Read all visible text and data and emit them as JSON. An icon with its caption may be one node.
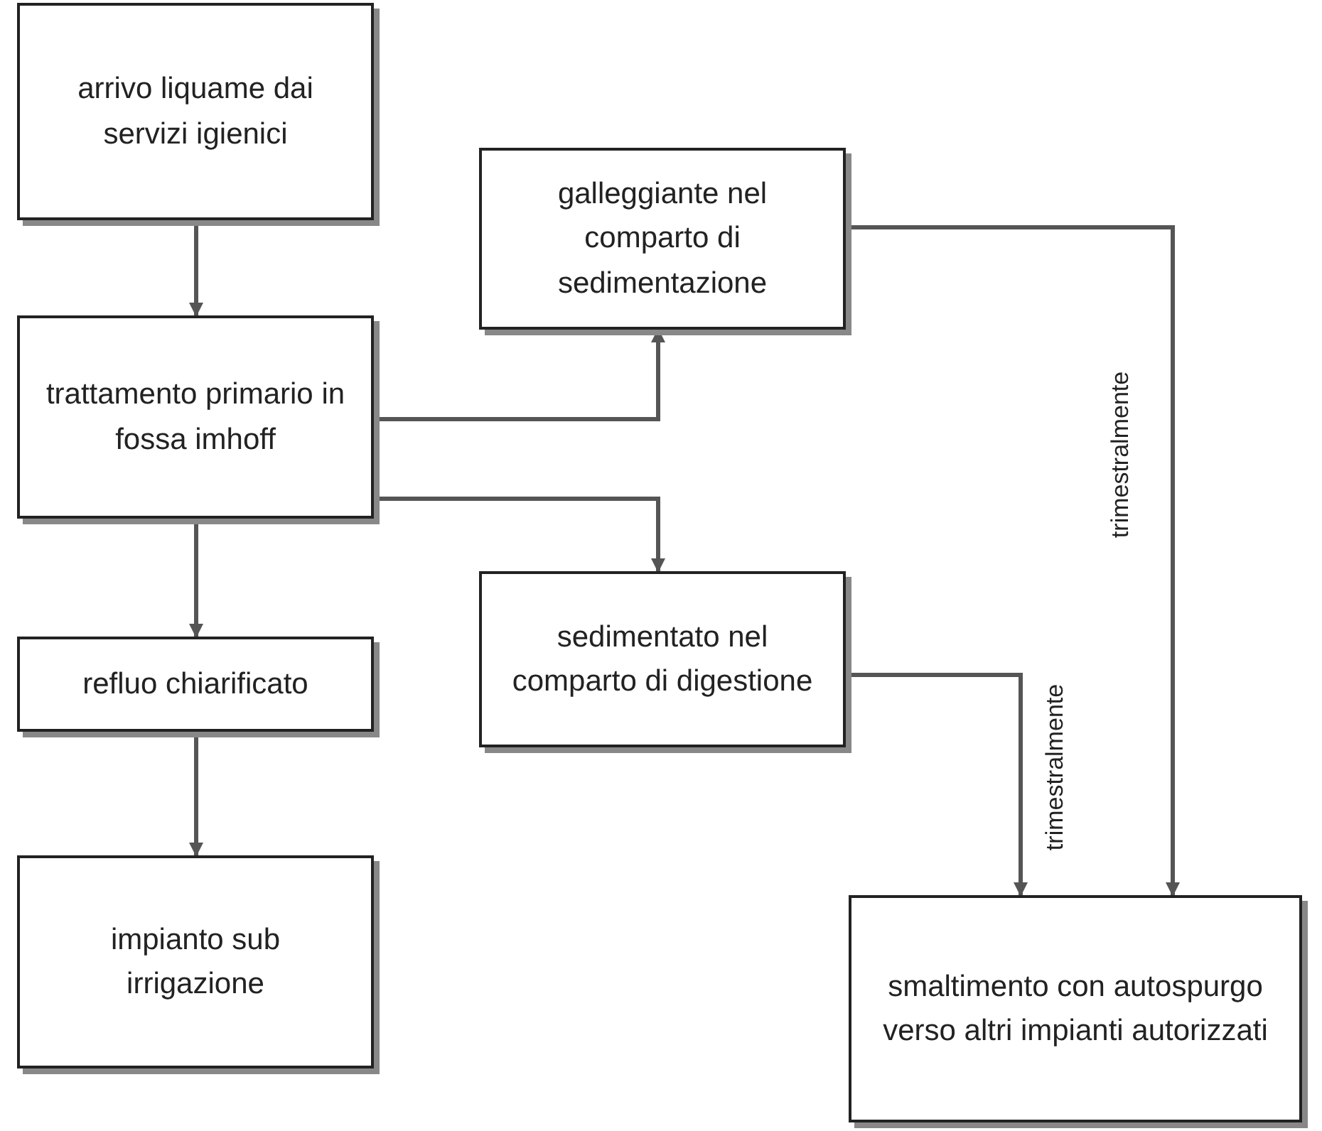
{
  "diagram": {
    "nodes": [
      {
        "text": [
          "arrivo liquame dai servizi igienici"
        ]
      },
      {
        "text": [
          "galleggiante nel comparto di sedimentazione"
        ]
      },
      {
        "text": [
          "trattamento primario in fossa imhoff"
        ]
      },
      {
        "text": [
          "sedimentato nel comparto di digestione"
        ]
      },
      {
        "text": [
          "refluo chiarificato"
        ]
      },
      {
        "text": [
          "impianto sub irrigazione"
        ]
      },
      {
        "text": [
          "smaltimento con autospurgo verso altri impianti autorizzati"
        ]
      }
    ],
    "edges": [
      {
        "from": 0,
        "to": 2,
        "arrow": "to"
      },
      {
        "from": 2,
        "to": 1,
        "arrow": "to"
      },
      {
        "from": 2,
        "to": 3,
        "arrow": "to"
      },
      {
        "from": 2,
        "to": 4,
        "arrow": "to"
      },
      {
        "from": 4,
        "to": 5,
        "arrow": "to"
      },
      {
        "from": 3,
        "to": 6,
        "label": "trimestralmente",
        "arrow": "to"
      },
      {
        "from": 1,
        "to": 6,
        "label": "trimestralmente",
        "arrow": "to"
      }
    ]
  }
}
